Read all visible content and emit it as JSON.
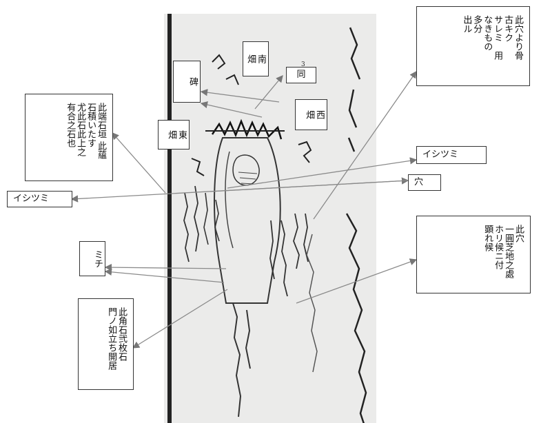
{
  "labels": {
    "hone": "此穴より骨\n古キク\nサレミ　用\nなきもの\n多分\n出ル",
    "minami_hatake": "南\n畑",
    "ishi": "碑",
    "onaji": "同",
    "nishi_hatake": "西\n畑",
    "higashi_hatake": "東\n畑",
    "ishigaki": "此端石垣 此蘊\n石積いたす\n尤此石此上之\n有合之石也",
    "ishitsumi_right": "イシツミ",
    "ishitsumi_left": "イシツミ",
    "ana": "穴",
    "ana_desc": "此穴\n一圓芝地之處\nホリ候ニ付\n顕れ候",
    "michi": "ミチ",
    "kado": "此角石弐枚石\n門ノ如立ち開居",
    "mark_three": "3"
  }
}
